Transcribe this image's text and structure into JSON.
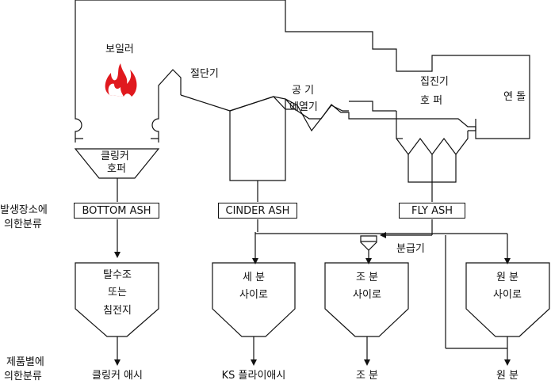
{
  "labels": {
    "boiler": "보일러",
    "economizer": "절단기",
    "air_heater_1": "공  기",
    "air_heater_2": "에열기",
    "dust_collector_1": "집진기",
    "dust_collector_2": "호  퍼",
    "chimney": "연 돌",
    "clinker_hopper_1": "클링커",
    "clinker_hopper_2": "호퍼",
    "classifier": "분급기",
    "by_location_1": "발생장소에",
    "by_location_2": "의한분류",
    "by_product_1": "제품별에",
    "by_product_2": "의한분류"
  },
  "ash_types": {
    "bottom": "BOTTOM ASH",
    "cinder": "CINDER ASH",
    "fly": "FLY ASH"
  },
  "silos": {
    "dewater_1": "탈수조",
    "dewater_2": "또는",
    "dewater_3": "침전지",
    "fine_1": "세 분",
    "fine_2": "사이로",
    "coarse_1": "조 분",
    "coarse_2": "사이로",
    "raw_1": "원 분",
    "raw_2": "사이로"
  },
  "products": {
    "clinker": "클링커 애시",
    "fly": "KS 플라이애시",
    "coarse": "조 분",
    "raw": "원 분"
  },
  "colors": {
    "line": "#111111",
    "flame": "#e0191e"
  },
  "icons": {
    "flame": "flame-icon"
  }
}
